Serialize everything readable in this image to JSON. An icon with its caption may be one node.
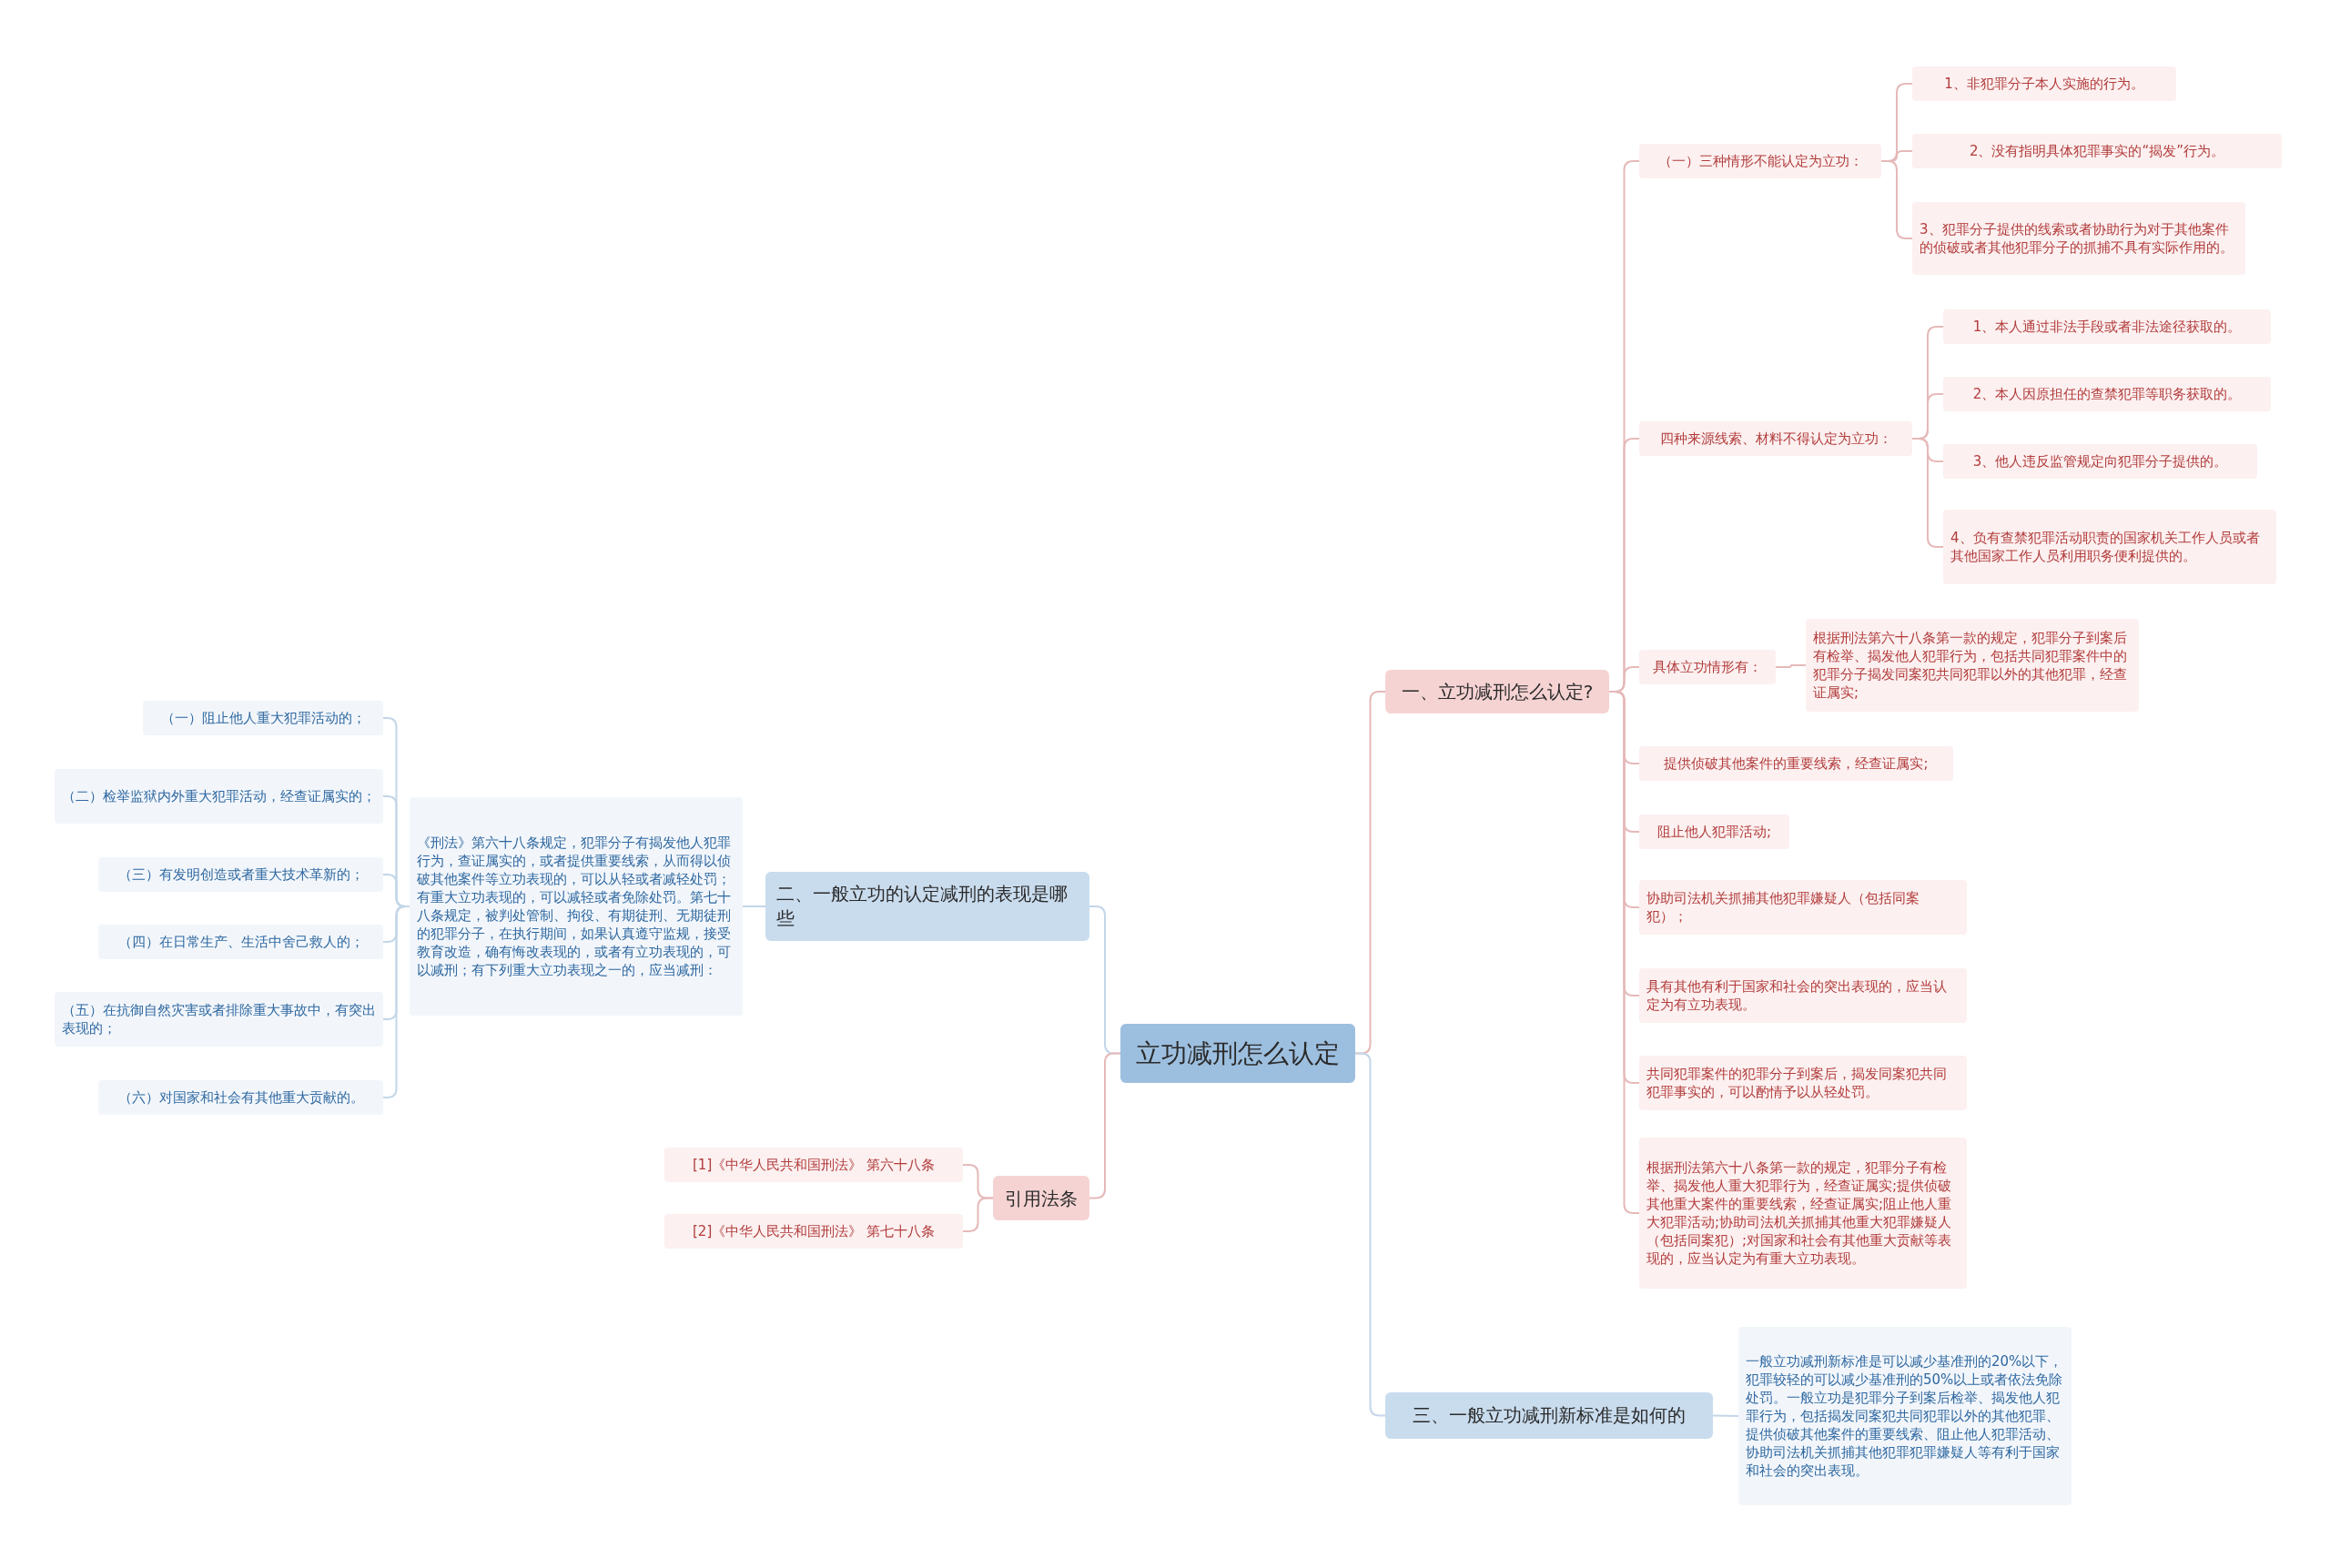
{
  "diagram": {
    "nodes": [
      {
        "text": [
          "立功减刑怎么认定"
        ]
      },
      {
        "text": [
          "一、立功减刑怎么认定?"
        ]
      },
      {
        "text": [
          "（一）三种情形不能认定为立功："
        ]
      },
      {
        "text": [
          "1、非犯罪分子本人实施的行为。"
        ]
      },
      {
        "text": [
          "2、没有指明具体犯罪事实的“揭发”行为。"
        ]
      },
      {
        "text": [
          "3、犯罪分子提供的线索或者协助行为对于其他案件的侦破或者其他犯罪分子的抓捕不具有实际作用的。"
        ]
      },
      {
        "text": [
          "四种来源线索、材料不得认定为立功："
        ]
      },
      {
        "text": [
          "1、本人通过非法手段或者非法途径获取的。"
        ]
      },
      {
        "text": [
          "2、本人因原担任的查禁犯罪等职务获取的。"
        ]
      },
      {
        "text": [
          "3、他人违反监管规定向犯罪分子提供的。"
        ]
      },
      {
        "text": [
          "4、负有查禁犯罪活动职责的国家机关工作人员或者其他国家工作人员利用职务便利提供的。"
        ]
      },
      {
        "text": [
          "具体立功情形有："
        ]
      },
      {
        "text": [
          "根据刑法第六十八条第一款的规定，犯罪分子到案后有检举、揭发他人犯罪行为，包括共同犯罪案件中的犯罪分子揭发同案犯共同犯罪以外的其他犯罪，经查证属实;"
        ]
      },
      {
        "text": [
          "提供侦破其他案件的重要线索，经查证属实;"
        ]
      },
      {
        "text": [
          "阻止他人犯罪活动;"
        ]
      },
      {
        "text": [
          "协助司法机关抓捕其他犯罪嫌疑人（包括同案犯）；"
        ]
      },
      {
        "text": [
          "具有其他有利于国家和社会的突出表现的，应当认定为有立功表现。"
        ]
      },
      {
        "text": [
          "共同犯罪案件的犯罪分子到案后，揭发同案犯共同犯罪事实的，可以酌情予以从轻处罚。"
        ]
      },
      {
        "text": [
          "根据刑法第六十八条第一款的规定，犯罪分子有检举、揭发他人重大犯罪行为，经查证属实;提供侦破其他重大案件的重要线索，经查证属实;阻止他人重大犯罪活动;协助司法机关抓捕其他重大犯罪嫌疑人（包括同案犯）;对国家和社会有其他重大贡献等表现的，应当认定为有重大立功表现。"
        ]
      },
      {
        "text": [
          "三、一般立功减刑新标准是如何的"
        ]
      },
      {
        "text": [
          "一般立功减刑新标准是可以减少基准刑的20%以下，犯罪较轻的可以减少基准刑的50%以上或者依法免除处罚。一般立功是犯罪分子到案后检举、揭发他人犯罪行为，包括揭发同案犯共同犯罪以外的其他犯罪、提供侦破其他案件的重要线索、阻止他人犯罪活动、协助司法机关抓捕其他犯罪犯罪嫌疑人等有利于国家和社会的突出表现。"
        ]
      },
      {
        "text": [
          "二、一般立功的认定减刑的表现是哪些"
        ]
      },
      {
        "text": [
          "《刑法》第六十八条规定，犯罪分子有揭发他人犯罪行为，查证属实的，或者提供重要线索，从而得以侦破其他案件等立功表现的，可以从轻或者减轻处罚；有重大立功表现的，可以减轻或者免除处罚。第七十八条规定，被判处管制、拘役、有期徒刑、无期徒刑的犯罪分子，在执行期间，如果认真遵守监规，接受教育改造，确有悔改表现的，或者有立功表现的，可以减刑；有下列重大立功表现之一的，应当减刑："
        ]
      },
      {
        "text": [
          "（一）阻止他人重大犯罪活动的；"
        ]
      },
      {
        "text": [
          "（二）检举监狱内外重大犯罪活动，经查证属实的；"
        ]
      },
      {
        "text": [
          "（三）有发明创造或者重大技术革新的；"
        ]
      },
      {
        "text": [
          "（四）在日常生产、生活中舍己救人的；"
        ]
      },
      {
        "text": [
          "（五）在抗御自然灾害或者排除重大事故中，有突出表现的；"
        ]
      },
      {
        "text": [
          "（六）对国家和社会有其他重大贡献的。"
        ]
      },
      {
        "text": [
          "引用法条"
        ]
      },
      {
        "text": [
          "[1]《中华人民共和国刑法》 第六十八条"
        ]
      },
      {
        "text": [
          "[2]《中华人民共和国刑法》 第七十八条"
        ]
      }
    ],
    "edges": [
      {
        "from": 0,
        "to": 1,
        "arrow": "none"
      },
      {
        "from": 1,
        "to": 2,
        "arrow": "none"
      },
      {
        "from": 2,
        "to": 3,
        "arrow": "none"
      },
      {
        "from": 2,
        "to": 4,
        "arrow": "none"
      },
      {
        "from": 2,
        "to": 5,
        "arrow": "none"
      },
      {
        "from": 1,
        "to": 6,
        "arrow": "none"
      },
      {
        "from": 6,
        "to": 7,
        "arrow": "none"
      },
      {
        "from": 6,
        "to": 8,
        "arrow": "none"
      },
      {
        "from": 6,
        "to": 9,
        "arrow": "none"
      },
      {
        "from": 6,
        "to": 10,
        "arrow": "none"
      },
      {
        "from": 1,
        "to": 11,
        "arrow": "none"
      },
      {
        "from": 11,
        "to": 12,
        "arrow": "none"
      },
      {
        "from": 1,
        "to": 13,
        "arrow": "none"
      },
      {
        "from": 1,
        "to": 14,
        "arrow": "none"
      },
      {
        "from": 1,
        "to": 15,
        "arrow": "none"
      },
      {
        "from": 1,
        "to": 16,
        "arrow": "none"
      },
      {
        "from": 1,
        "to": 17,
        "arrow": "none"
      },
      {
        "from": 1,
        "to": 18,
        "arrow": "none"
      },
      {
        "from": 0,
        "to": 19,
        "arrow": "none",
        "color": "#c3d6e8"
      },
      {
        "from": 19,
        "to": 20,
        "arrow": "none",
        "color": "#c3d6e8"
      },
      {
        "from": 0,
        "to": 21,
        "arrow": "none",
        "color": "#c3d6e8"
      },
      {
        "from": 21,
        "to": 22,
        "arrow": "none",
        "color": "#c3d6e8"
      },
      {
        "from": 22,
        "to": 23,
        "arrow": "none",
        "color": "#c3d6e8"
      },
      {
        "from": 22,
        "to": 24,
        "arrow": "none",
        "color": "#c3d6e8"
      },
      {
        "from": 22,
        "to": 25,
        "arrow": "none",
        "color": "#c3d6e8"
      },
      {
        "from": 22,
        "to": 26,
        "arrow": "none",
        "color": "#c3d6e8"
      },
      {
        "from": 22,
        "to": 27,
        "arrow": "none",
        "color": "#c3d6e8"
      },
      {
        "from": 22,
        "to": 28,
        "arrow": "none",
        "color": "#c3d6e8"
      },
      {
        "from": 0,
        "to": 29,
        "arrow": "none"
      },
      {
        "from": 29,
        "to": 30,
        "arrow": "none"
      },
      {
        "from": 29,
        "to": 31,
        "arrow": "none"
      }
    ]
  }
}
